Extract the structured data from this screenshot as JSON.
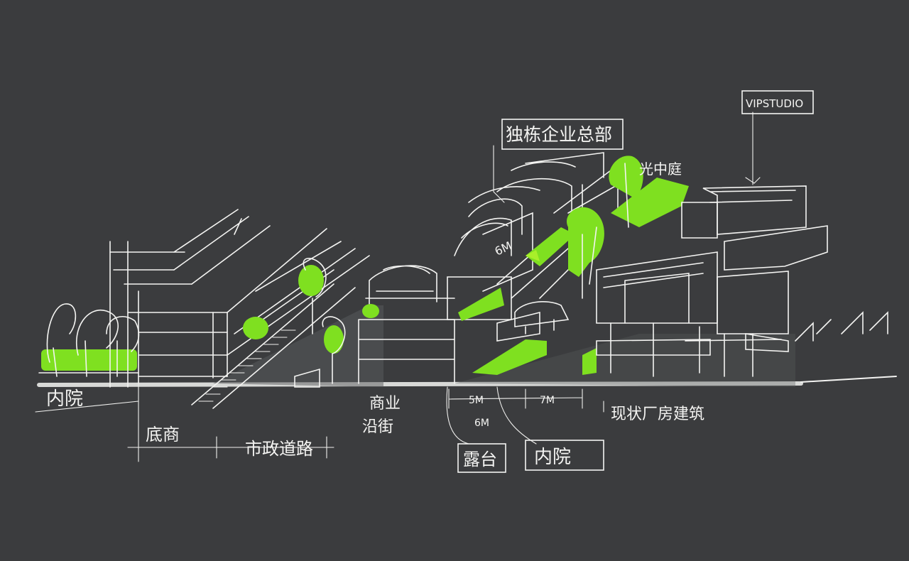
{
  "labels": {
    "inner_court": "内院",
    "base_retail": "底商",
    "municipal_road": "市政道路",
    "commercial_street": "商业沿街",
    "dim_5m": "5M",
    "dim_6m_lower": "6M",
    "dim_7m": "7M",
    "existing_factory": "现状厂房建筑",
    "terrace": "露台",
    "courtyard": "内院",
    "hq": "独栋企业总部",
    "light_well": "光中庭",
    "dim_6m_upper": "6M",
    "vip_studio": "VIPSTUDIO"
  },
  "colors": {
    "background": "#3b3c3e",
    "ink": "#f4f4f2",
    "green": "#7fe020"
  }
}
